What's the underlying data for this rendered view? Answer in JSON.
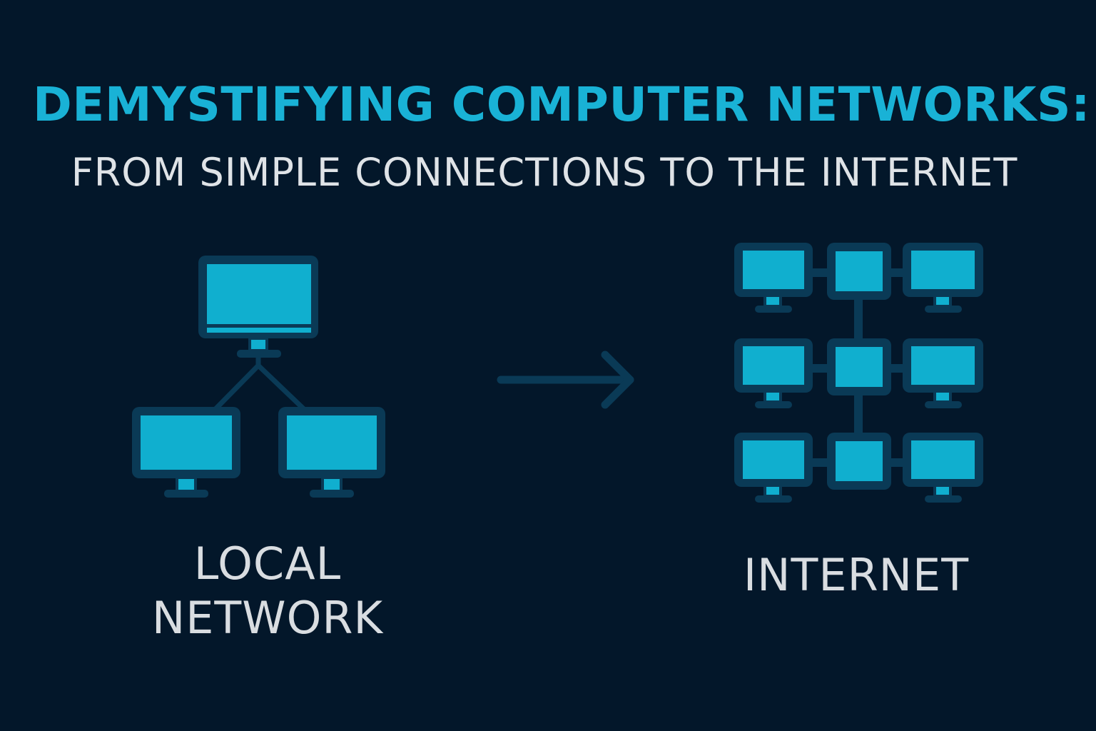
{
  "title": "DEMYSTIFYING COMPUTER NETWORKS:",
  "subtitle": "FROM SIMPLE CONNECTIONS TO THE INTERNET",
  "local_network": {
    "label_line1": "LOCAL",
    "label_line2": "NETWORK"
  },
  "internet": {
    "label": "INTERNET"
  },
  "colors": {
    "background": "#03172a",
    "accent": "#19b2d6",
    "frame": "#0a3a56",
    "text": "#dfe3e7"
  }
}
